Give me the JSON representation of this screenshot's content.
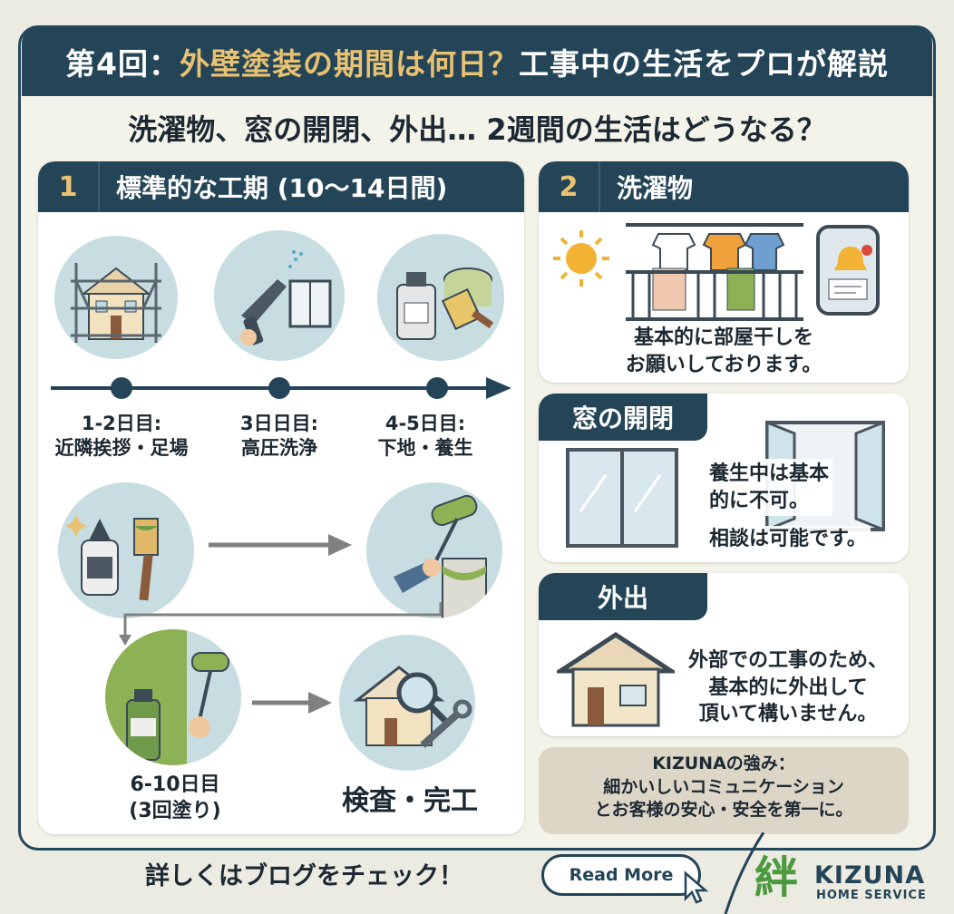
{
  "title": {
    "prefix": "第4回：",
    "accent": "外壁塗装の期間は何日？",
    "suffix": "工事中の生活をプロが解説"
  },
  "subtitle": "洗濯物、窓の開閉、外出… 2週間の生活はどうなる？",
  "section1": {
    "number": "1",
    "title": "標準的な工期 (10〜14日間)",
    "steps": [
      {
        "line1": "1-2日目:",
        "line2": "近隣挨拶・足場"
      },
      {
        "line1": "3日日目:",
        "line2": "高圧洗浄"
      },
      {
        "line1": "4-5日目:",
        "line2": "下地・養生"
      }
    ],
    "step4": {
      "line1": "6-10日目",
      "line2": "(3回塗り)"
    },
    "final": "検査・完工"
  },
  "section2": {
    "number": "2",
    "title": "洗濯物",
    "line1": "基本的に部屋干しを",
    "line2": "お願いしております。"
  },
  "window": {
    "title": "窓の開閉",
    "line1": "養生中は基本",
    "line2": "的に不可。",
    "line3": "相談は可能です。"
  },
  "outing": {
    "title": "外出",
    "line1": "外部での工事のため、",
    "line2": "基本的に外出して",
    "line3": "頂いて構いません。"
  },
  "strength": {
    "line1": "KIZUNAの強み：",
    "line2": "細かいしいコミュニケーション",
    "line3": "とお客様の安心・安全を第一に。"
  },
  "footer": {
    "text": "詳しくはブログをチェック！",
    "button": "Read More"
  },
  "brand": {
    "kanji": "絆",
    "name": "KIZUNA",
    "sub": "HOME SERVICE"
  },
  "colors": {
    "navy": "#244458",
    "gold": "#e9c271",
    "circle": "#c7dde1",
    "green": "#4c9a3f",
    "beige": "#ddd6c7"
  }
}
